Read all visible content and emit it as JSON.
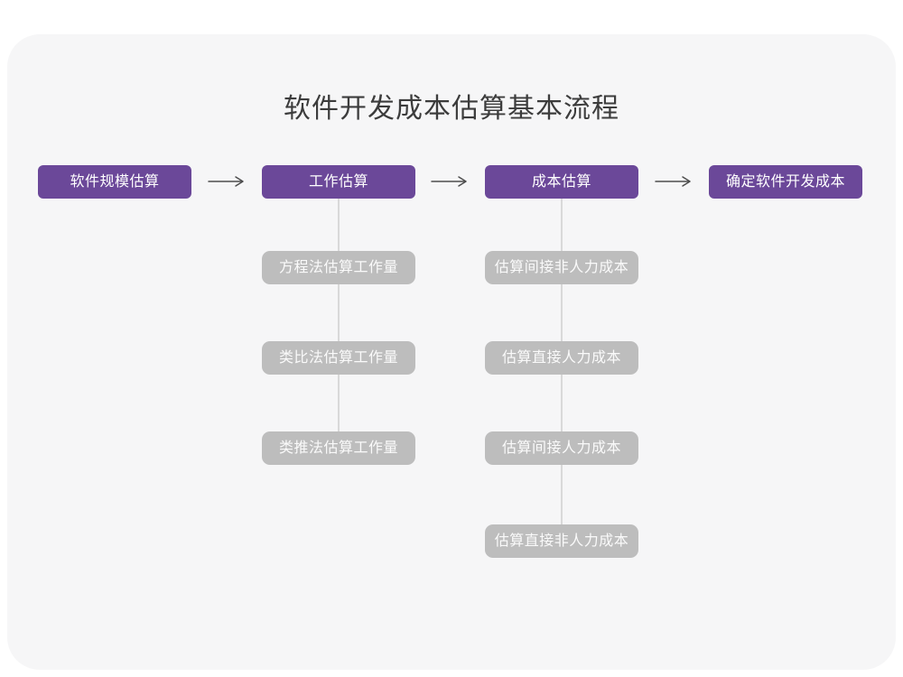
{
  "title": "软件开发成本估算基本流程",
  "colors": {
    "primary": "#6B4899",
    "secondary": "#BDBDBD",
    "card_bg": "#F6F6F7",
    "page_bg": "#FFFFFF",
    "arrow": "#4D4D4D",
    "connector": "#D9D9D9",
    "title_color": "#3C3C3C",
    "node_text": "#FFFFFF"
  },
  "flow": {
    "steps": [
      {
        "label": "软件规模估算"
      },
      {
        "label": "工作估算"
      },
      {
        "label": "成本估算"
      },
      {
        "label": "确定软件开发成本"
      }
    ],
    "work_estimation_methods": [
      {
        "label": "方程法估算工作量"
      },
      {
        "label": "类比法估算工作量"
      },
      {
        "label": "类推法估算工作量"
      }
    ],
    "cost_estimation_items": [
      {
        "label": "估算间接非人力成本"
      },
      {
        "label": "估算直接人力成本"
      },
      {
        "label": "估算间接人力成本"
      },
      {
        "label": "估算直接非人力成本"
      }
    ]
  }
}
